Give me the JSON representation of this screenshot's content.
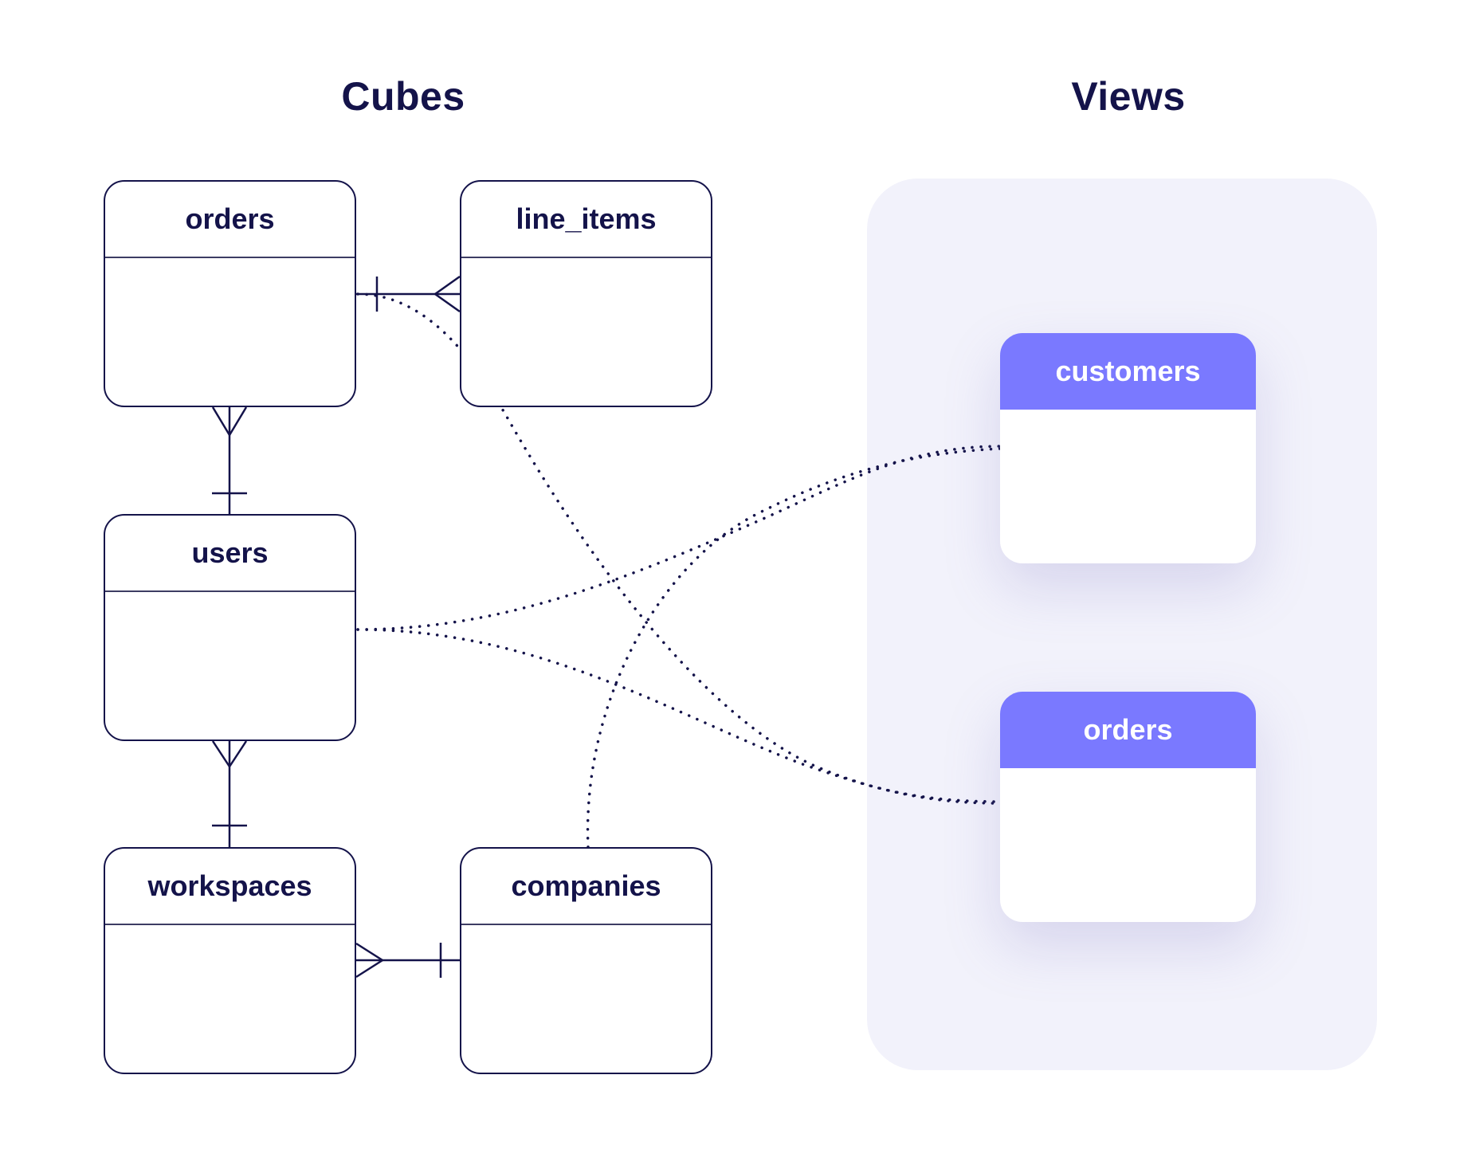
{
  "titles": {
    "cubes": "Cubes",
    "views": "Views"
  },
  "cubes": [
    {
      "id": "orders",
      "label": "orders"
    },
    {
      "id": "line_items",
      "label": "line_items"
    },
    {
      "id": "users",
      "label": "users"
    },
    {
      "id": "workspaces",
      "label": "workspaces"
    },
    {
      "id": "companies",
      "label": "companies"
    }
  ],
  "views": [
    {
      "id": "customers",
      "label": "customers"
    },
    {
      "id": "orders",
      "label": "orders"
    }
  ],
  "relationships": [
    {
      "from": "orders",
      "to": "line_items",
      "from_cardinality": "one",
      "to_cardinality": "many"
    },
    {
      "from": "orders",
      "to": "users",
      "from_cardinality": "many",
      "to_cardinality": "one"
    },
    {
      "from": "users",
      "to": "workspaces",
      "from_cardinality": "many",
      "to_cardinality": "one"
    },
    {
      "from": "workspaces",
      "to": "companies",
      "from_cardinality": "many",
      "to_cardinality": "one"
    }
  ],
  "view_members": [
    {
      "cube": "users",
      "view": "customers"
    },
    {
      "cube": "companies",
      "view": "customers"
    },
    {
      "cube": "users",
      "view": "orders"
    },
    {
      "cube": "orders",
      "view": "orders"
    }
  ],
  "colors": {
    "ink": "#14134a",
    "view_header": "#7a79ff",
    "view_panel": "#f2f2fb"
  }
}
